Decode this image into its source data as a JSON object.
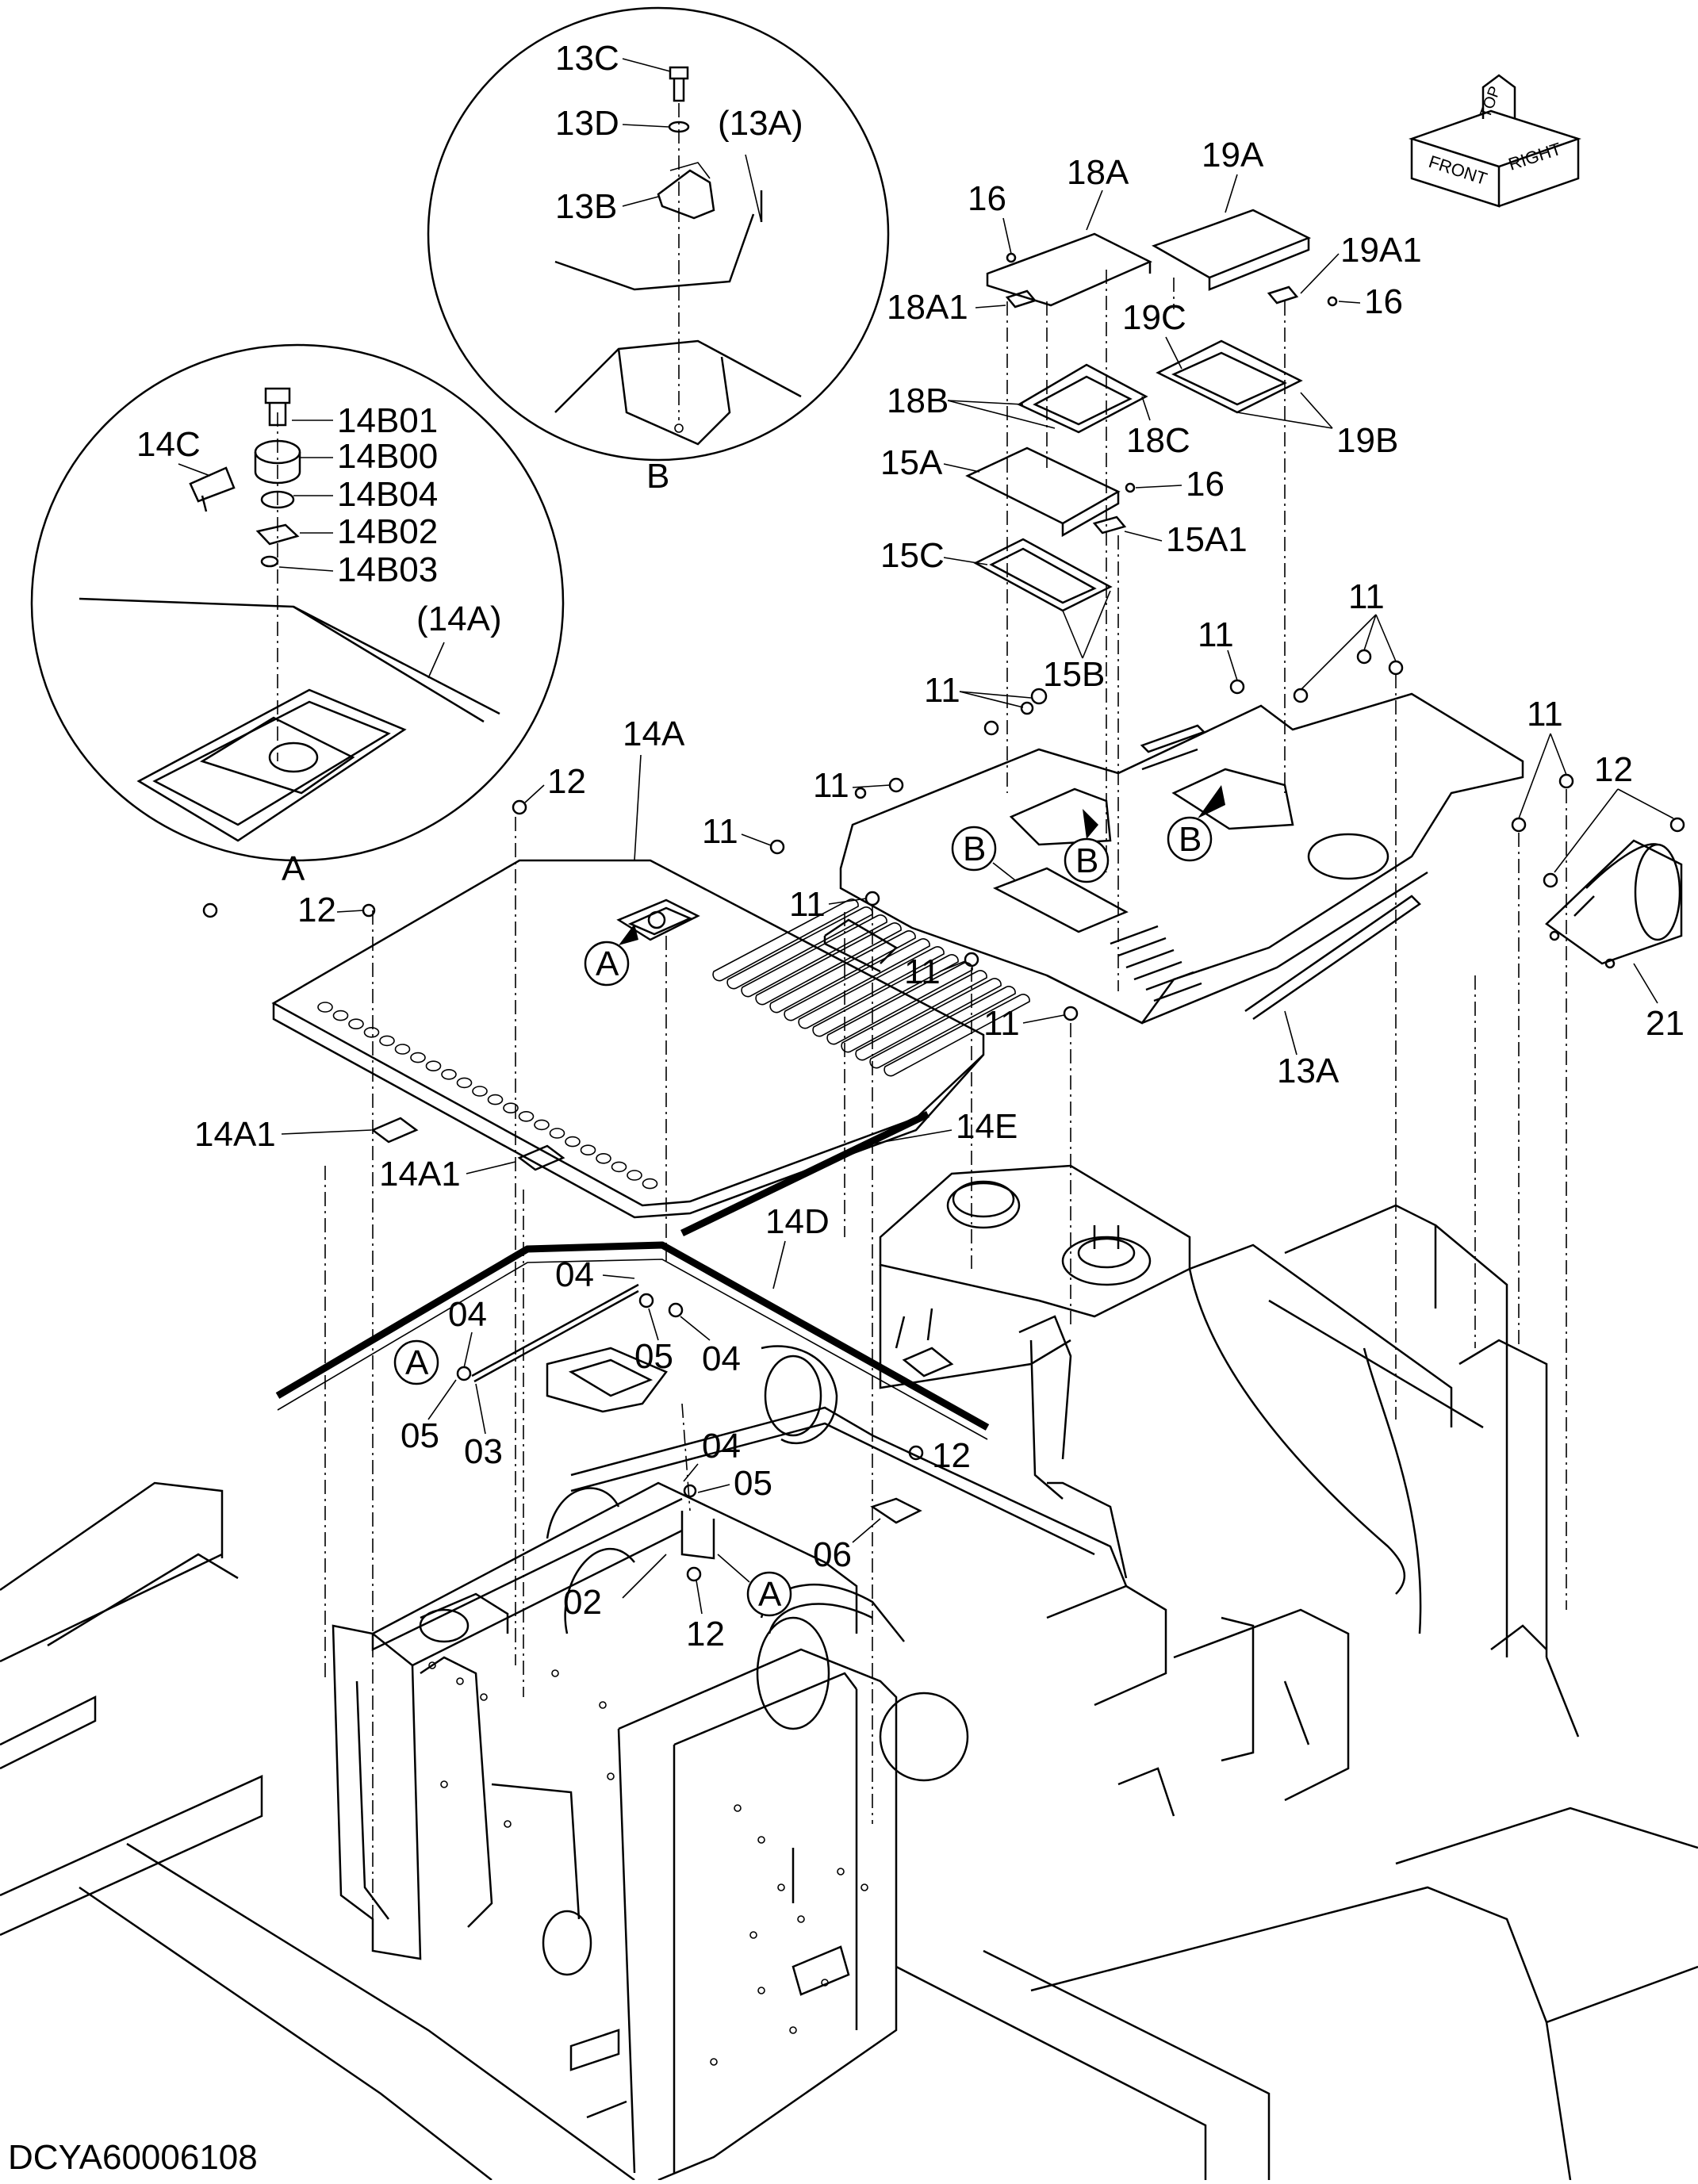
{
  "diagram": {
    "doc_code": "DCYA60006108",
    "orientation": {
      "top": "TOP",
      "front": "FRONT",
      "right": "RIGHT"
    },
    "detail_views": [
      {
        "name": "A",
        "reference": "(14A)"
      },
      {
        "name": "B",
        "reference": "(13A)"
      }
    ],
    "parts": {
      "p13C": "13C",
      "p13D": "13D",
      "p13A_ref": "(13A)",
      "p13B": "13B",
      "viewB": "B",
      "p14B01": "14B01",
      "p14C": "14C",
      "p14B00": "14B00",
      "p14B04": "14B04",
      "p14B02": "14B02",
      "p14B03": "14B03",
      "p14A_ref": "(14A)",
      "viewA": "A",
      "p18A": "18A",
      "p19A": "19A",
      "p16a": "16",
      "p19A1": "19A1",
      "p18A1": "18A1",
      "p16b": "16",
      "p19C": "19C",
      "p18B": "18B",
      "p18C": "18C",
      "p19B": "19B",
      "p15A": "15A",
      "p16c": "16",
      "p15A1": "15A1",
      "p15C": "15C",
      "p15B": "15B",
      "p11a": "11",
      "p11b": "11",
      "p11c": "11",
      "p11d": "11",
      "p11e": "11",
      "p11f": "11",
      "p11g": "11",
      "p11h": "11",
      "p11i": "11",
      "p12a": "12",
      "p12b": "12",
      "p12c": "12",
      "p12d": "12",
      "p12e": "12",
      "p14A": "14A",
      "p14A1a": "14A1",
      "p14A1b": "14A1",
      "p14E": "14E",
      "p14D": "14D",
      "p13A": "13A",
      "p21": "21",
      "p04a": "04",
      "p04b": "04",
      "p04c": "04",
      "p04d": "04",
      "p05a": "05",
      "p05b": "05",
      "p05c": "05",
      "p03": "03",
      "p02": "02",
      "p06": "06",
      "callA1": "A",
      "callA2": "A",
      "callA3": "A",
      "callB1": "B",
      "callB2": "B",
      "callB3": "B"
    }
  }
}
